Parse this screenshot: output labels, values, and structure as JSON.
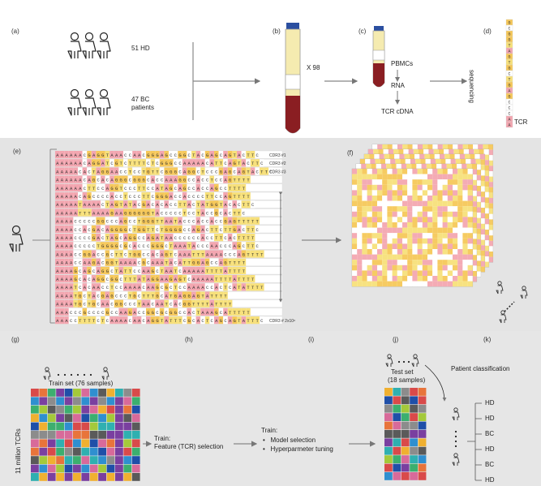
{
  "panels": {
    "a": "(a)",
    "b": "(b)",
    "c": "(c)",
    "d": "(d)",
    "e": "(e)",
    "f": "(f)",
    "g": "(g)",
    "h": "(h)",
    "i": "(i)",
    "j": "(j)",
    "k": "(k)"
  },
  "cohort": {
    "hd": "51 HD",
    "bc_line1": "47 BC",
    "bc_line2": "patients"
  },
  "blood": {
    "multiplier": "X 98"
  },
  "process": {
    "pbmc": "PBMCs",
    "rna": "RNA",
    "cdna": "TCR cDNA"
  },
  "sequencing": {
    "label": "sequencing",
    "tcr": "TCR"
  },
  "seq_rows": [
    "AAAAAACGAGGTAAACCAACGGGAGCCGGCTACGAGCAGTACTTC",
    "AAAAAACAGGATCGTCTTTTCTCGGGCCAAAAACATTCAGTACTTC",
    "AAAAACACTAGGAACCTCCTGTTCGGGCAGGCTCCCGAGCAGTACTTC",
    "AAAAAACAGCACAGGGCGGGCACCAAAGGCCACCTCCAGTTTT",
    "AAAAAACTTCCAGGTCCCTTCCATAGCAGCCACCAGCCTTTT",
    "AAAAACAGCCCCACCTCCCTTCGGGACCACCCCTTCCAGTTTT",
    "AAAAATAAAACTAGTATACGACACACCTTACTATGGTACACTTC",
    "AAAAATTTAAAAGAAGGGGGGTACCCCCTCCTACCGCACTTC",
    "AAAACCCCCGGCCCAGCCTGGGTTAATACCCACCACCGAGTTTTT",
    "AAAACCACGACAGGGGCTGGTTCTGGGGCCAGACTTCTTGACTTC",
    "AAAACCCCGACTAGCAGGCCAGATAACCCCCCACCTTCACTTTT",
    "AAAACCCCCTGGGGCGCACCCGGGCTAAATACCCAACCCAGCTTC",
    "AAAACCGGACCGCTTCTGGCCACAGTCAAATTTAAAACCCAGTTTT",
    "AAAACCAAGACGGTAAAACGCAAATACATTGGAGCCAGTTTT",
    "AAAAGCAGCAGGCTATTCCAAGCTAATCAAAAATTTTATTTT",
    "AAAAGCACAGGCGGCTTTATAGGAAGAGTCAAAAATTTTATTTT",
    "AAAATCACAACCTCCAAAACAAGCGCTCCAAAACCACTCATATTTT",
    "AAAATGCTACGAGCCCTGCTTTGCATGAGGAGTATTTT",
    "AAAATGCTGCAACGGCCCTAACAATCACGGTTTTATTTT",
    "AAACCCGCCCCGCCAAGACCGGCGCGGCCACTAAAGCATTTTT",
    "AAACCTTTTCTCAAAACAACAGGTATTTCGCACTCAGCAGTATTTC"
  ],
  "cdr_labels": {
    "r0": "CDR3 #1",
    "r1": "CDR3 #2",
    "r2": "CDR3 #3",
    "last": "CDR3 # 2x10⁸"
  },
  "train": {
    "title": "Train set (76 samples)",
    "ylabel": "11 million TCRs"
  },
  "feature": {
    "line1": "Train:",
    "line2": "Feature (TCR) selection"
  },
  "model": {
    "line1": "Train:",
    "bullet1": "Model selection",
    "bullet2": "Hyperparmeter tuning"
  },
  "test": {
    "line1": "Test set",
    "line2": "(18 samples)"
  },
  "classification": {
    "title": "Patient classification",
    "labels": [
      "HD",
      "HD",
      "BC",
      "HD",
      "BC",
      "HD"
    ]
  },
  "colors": {
    "A": "#f3a6b0",
    "C": "#ffffff",
    "G": "#f6c85a",
    "T": "#f7e07a",
    "heat": [
      "#d94a4a",
      "#2f8fd0",
      "#3caf6f",
      "#f0b030",
      "#1f4fa8",
      "#8c8c8c",
      "#d86a9a",
      "#e8743b",
      "#5a5a5a",
      "#7a3fa0",
      "#2fb0b0",
      "#a4c93a"
    ]
  }
}
